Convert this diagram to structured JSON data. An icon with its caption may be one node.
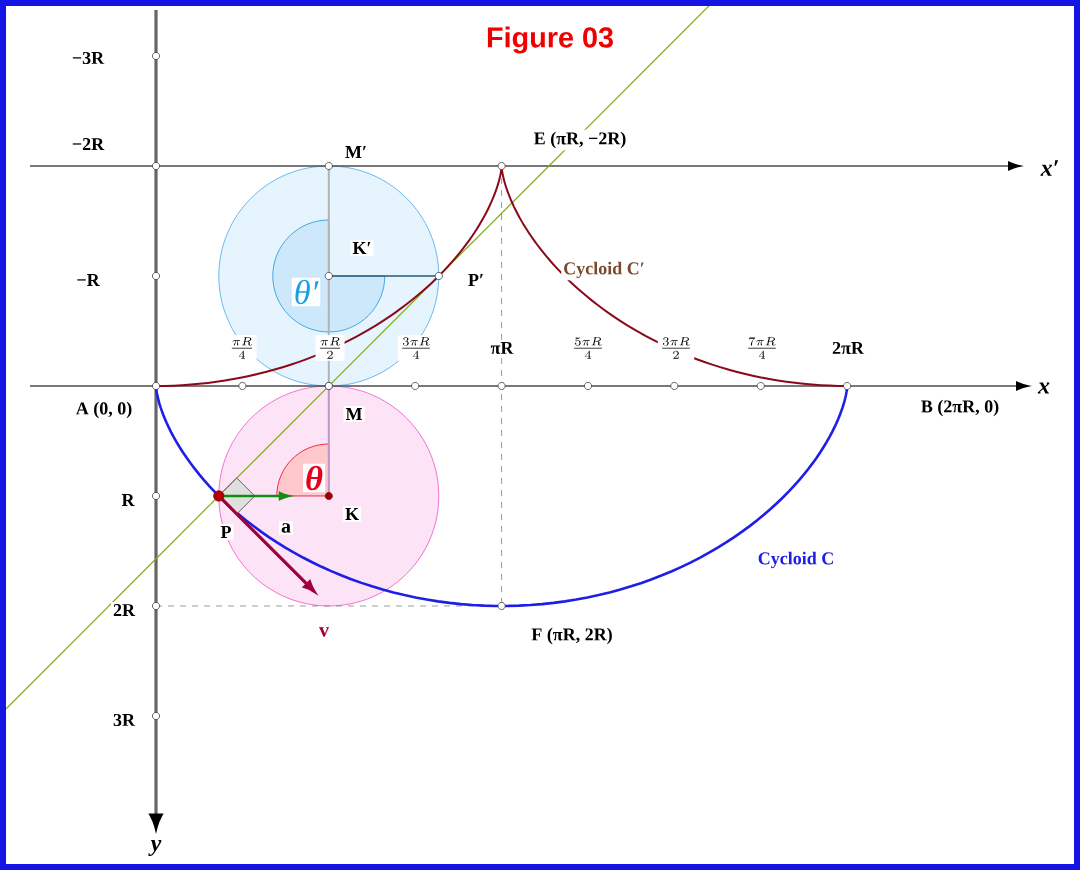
{
  "diagram": {
    "title": "Figure 03",
    "labels": [
      "−3R",
      "−2R",
      "M′",
      "E (πR, −2R)",
      "x′",
      "K′",
      "θ′",
      "−R",
      "P′",
      "Cycloid C′",
      "\\frac{\\pi R}{4}",
      "\\frac{\\pi R}{2}",
      "\\frac{3\\pi R}{4}",
      "πR",
      "\\frac{5\\pi R}{4}",
      "\\frac{3\\pi R}{2}",
      "\\frac{7\\pi R}{4}",
      "2πR",
      "x",
      "A (0, 0)",
      "M",
      "B (2πR, 0)",
      "θ",
      "R",
      "K",
      "P",
      "a",
      "Cycloid C",
      "2R",
      "v",
      "F (πR, 2R)",
      "3R",
      "y"
    ]
  }
}
